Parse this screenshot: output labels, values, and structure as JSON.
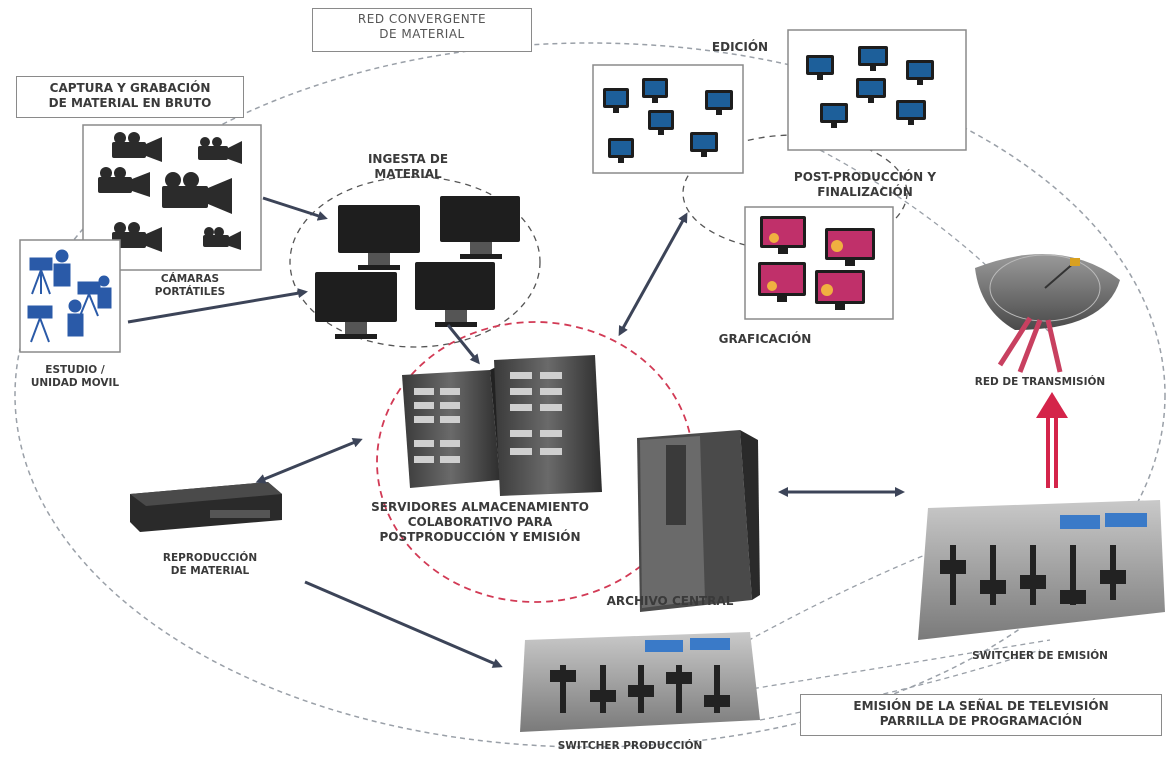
{
  "labels": {
    "red_convergente": [
      "RED CONVERGENTE",
      "DE MATERIAL"
    ],
    "captura": [
      "CAPTURA Y GRABACIÓN",
      "DE MATERIAL EN BRUTO"
    ],
    "camaras": [
      "CÁMARAS",
      "PORTÁTILES"
    ],
    "estudio": [
      "ESTUDIO /",
      "UNIDAD MOVIL"
    ],
    "ingesta": [
      "INGESTA DE",
      "MATERIAL"
    ],
    "edicion": "EDICIÓN",
    "postproduccion": [
      "POST-PRODUCCIÓN Y",
      "FINALIZACIÓN"
    ],
    "graficacion": "GRAFICACIÓN",
    "red_transmision": "RED DE TRANSMISIÓN",
    "servidores": [
      "SERVIDORES ALMACENAMIENTO",
      "COLABORATIVO PARA",
      "POSTPRODUCCIÓN Y EMISIÓN"
    ],
    "reproduccion": [
      "REPRODUCCIÓN",
      "DE MATERIAL"
    ],
    "archivo": "ARCHIVO CENTRAL",
    "switcher_emision": "SWITCHER DE EMISIÓN",
    "switcher_produccion": "SWITCHER PRODUCCIÓN",
    "emision_senal": [
      "EMISIÓN DE LA SEÑAL DE TELEVISIÓN",
      "PARRILLA DE PROGRAMACIÓN"
    ]
  },
  "colors": {
    "arrow": "#3c4458",
    "dashed_gray": "#9aa0a8",
    "dashed_red": "#d23a55",
    "red_arrow": "#d4244a",
    "camera_blue": "#2a5aa8",
    "monitor_blue": "#1d5f9a",
    "monitor_pink": "#c0306a"
  }
}
